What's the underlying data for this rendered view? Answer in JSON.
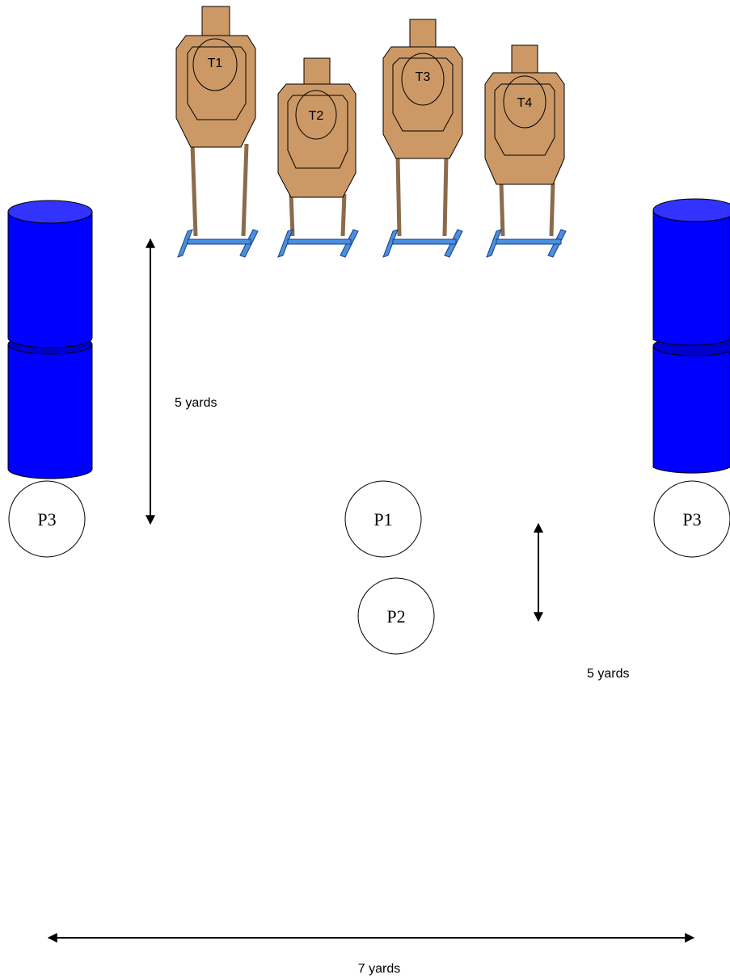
{
  "colors": {
    "target_fill": "#CC9966",
    "target_stroke": "#000000",
    "stand_blue": "#4A8FE0",
    "barrel_blue": "#0000FF",
    "background": "#FFFFFF"
  },
  "targets": [
    {
      "label": "T1"
    },
    {
      "label": "T2"
    },
    {
      "label": "T3"
    },
    {
      "label": "T4"
    }
  ],
  "positions": {
    "p3_left": "P3",
    "p1": "P1",
    "p3_right": "P3",
    "p2": "P2"
  },
  "measurements": {
    "vertical_left": "5 yards",
    "vertical_right": "5 yards",
    "horizontal_bottom": "7 yards"
  }
}
